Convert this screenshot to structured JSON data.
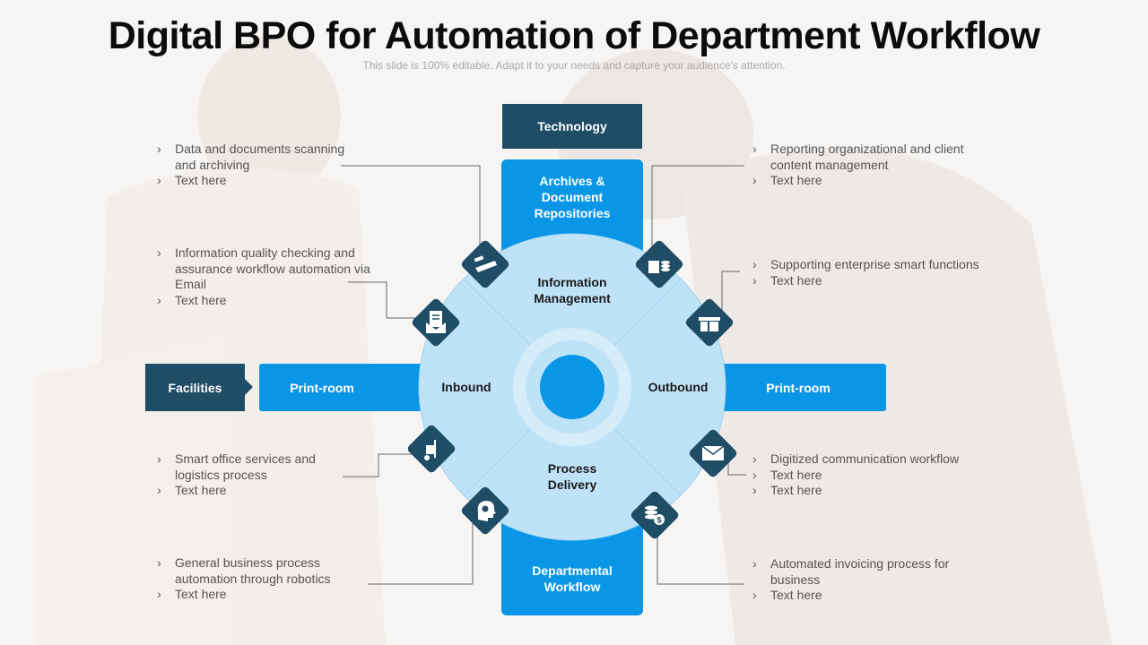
{
  "title": "Digital BPO for Automation of Department Workflow",
  "subtitle": "This slide is 100% editable. Adapt it to your needs and capture your audience's attention.",
  "hub": {
    "technology": "Technology",
    "facilities": "Facilities",
    "archives": "Archives & Document Repositories",
    "departmental": "Departmental Workflow",
    "print_left": "Print-room",
    "print_right": "Print-room",
    "info_mgmt": "Information Management",
    "process_delivery": "Process Delivery",
    "inbound": "Inbound",
    "outbound": "Outbound"
  },
  "left_items": [
    [
      "Data and documents scanning and archiving",
      "Text here"
    ],
    [
      "Information quality checking and assurance workflow automation via Email",
      "Text here"
    ],
    [
      "Smart office services and logistics process",
      "Text here"
    ],
    [
      "General business process automation through robotics",
      "Text here"
    ]
  ],
  "right_items": [
    [
      "Reporting organizational and client content management",
      "Text here"
    ],
    [
      "Supporting enterprise smart functions",
      "Text here"
    ],
    [
      "Digitized communication workflow",
      "Text here",
      "Text here"
    ],
    [
      "Automated invoicing process for business",
      "Text here"
    ]
  ],
  "icons": [
    "scanner-icon",
    "email-document-icon",
    "scooter-delivery-icon",
    "robot-head-icon",
    "document-money-icon",
    "office-furniture-icon",
    "envelope-icon",
    "coins-dollar-icon"
  ],
  "colors": {
    "dark": "#1f4d66",
    "blue": "#0a96e6",
    "light_blue": "#bfe3f6"
  }
}
